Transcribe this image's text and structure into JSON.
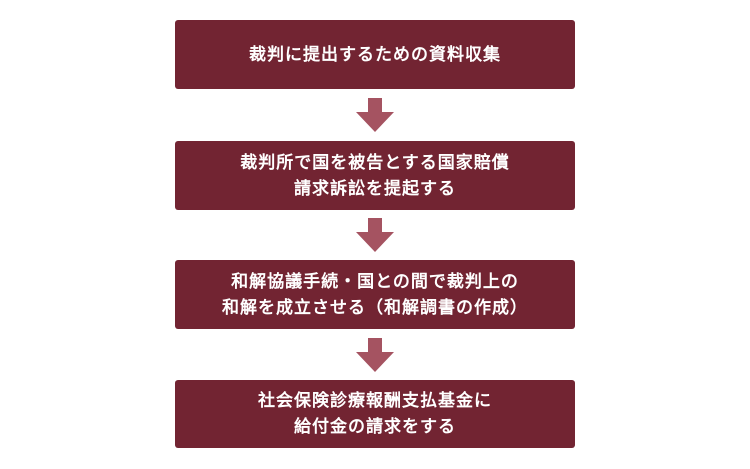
{
  "flowchart": {
    "steps": [
      {
        "lines": [
          "裁判に提出するための資料収集"
        ]
      },
      {
        "lines": [
          "裁判所で国を被告とする国家賠償",
          "請求訴訟を提起する"
        ]
      },
      {
        "lines": [
          "和解協議手続・国との間で裁判上の",
          "和解を成立させる（和解調書の作成）"
        ]
      },
      {
        "lines": [
          "社会保険診療報酬支払基金に",
          "給付金の請求をする"
        ]
      }
    ],
    "colors": {
      "box": "#722432",
      "arrow": "#a55361",
      "text": "#ffffff"
    }
  }
}
